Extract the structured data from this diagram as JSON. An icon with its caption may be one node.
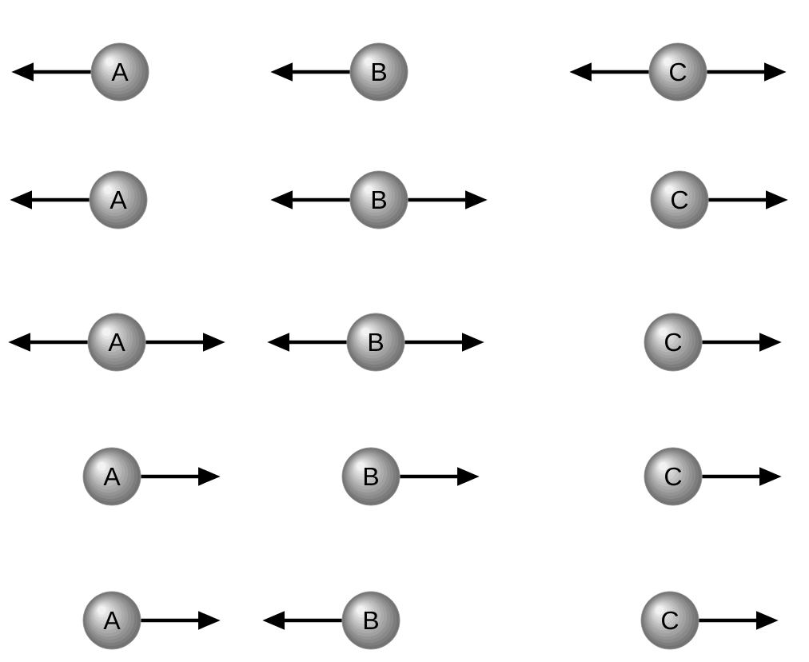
{
  "diagram": {
    "nodes": [
      {
        "text": [
          "A"
        ]
      },
      {
        "text": [
          "B"
        ]
      },
      {
        "text": [
          "C"
        ]
      },
      {
        "text": [
          "A"
        ]
      },
      {
        "text": [
          "B"
        ]
      },
      {
        "text": [
          "C"
        ]
      },
      {
        "text": [
          "A"
        ]
      },
      {
        "text": [
          "B"
        ]
      },
      {
        "text": [
          "C"
        ]
      },
      {
        "text": [
          "A"
        ]
      },
      {
        "text": [
          "B"
        ]
      },
      {
        "text": [
          "C"
        ]
      },
      {
        "text": [
          "A"
        ]
      },
      {
        "text": [
          "B"
        ]
      },
      {
        "text": [
          "C"
        ]
      }
    ],
    "edges": [
      {
        "from": 0,
        "to": null,
        "arrow": "to"
      },
      {
        "from": 1,
        "to": null,
        "arrow": "to"
      },
      {
        "from": 2,
        "to": null,
        "arrow": "to"
      },
      {
        "from": 2,
        "to": null,
        "arrow": "to"
      },
      {
        "from": 3,
        "to": null,
        "arrow": "to"
      },
      {
        "from": 4,
        "to": null,
        "arrow": "to"
      },
      {
        "from": 4,
        "to": null,
        "arrow": "to"
      },
      {
        "from": 5,
        "to": null,
        "arrow": "to"
      },
      {
        "from": 6,
        "to": null,
        "arrow": "to"
      },
      {
        "from": 6,
        "to": null,
        "arrow": "to"
      },
      {
        "from": 7,
        "to": null,
        "arrow": "to"
      },
      {
        "from": 7,
        "to": null,
        "arrow": "to"
      },
      {
        "from": 8,
        "to": null,
        "arrow": "to"
      },
      {
        "from": 9,
        "to": null,
        "arrow": "to"
      },
      {
        "from": 10,
        "to": null,
        "arrow": "to"
      },
      {
        "from": 11,
        "to": null,
        "arrow": "to"
      },
      {
        "from": 12,
        "to": null,
        "arrow": "to"
      },
      {
        "from": 13,
        "to": null,
        "arrow": "to"
      },
      {
        "from": 14,
        "to": null,
        "arrow": "to"
      }
    ]
  }
}
